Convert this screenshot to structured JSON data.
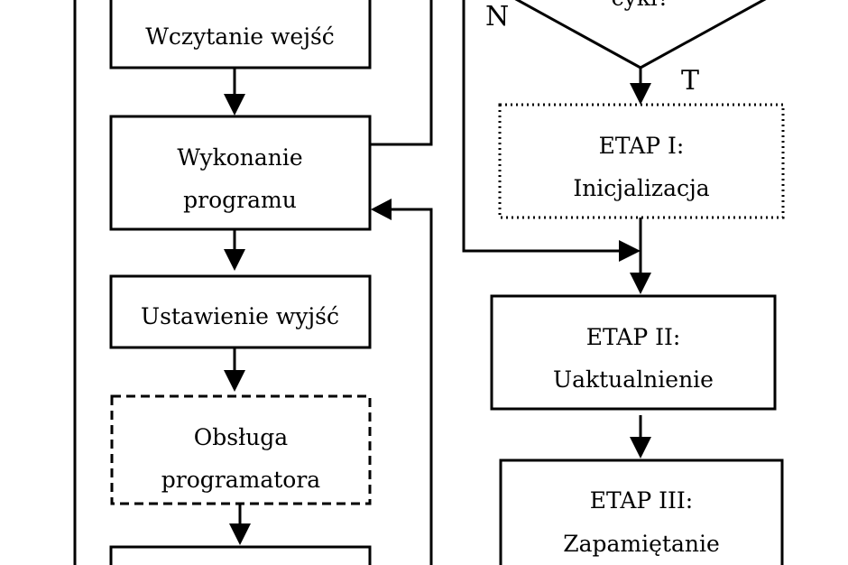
{
  "left": {
    "wczytanie": "Wczytanie wejść",
    "wykonanie_1": "Wykonanie",
    "wykonanie_2": "programu",
    "ustawienie": "Ustawienie wyjść",
    "obsluga_1": "Obsługa",
    "obsluga_2": "programatora"
  },
  "right": {
    "decision": "cykl?",
    "no_label": "N",
    "yes_label": "T",
    "etap1_title": "ETAP I:",
    "etap1_name": "Inicjalizacja",
    "etap2_title": "ETAP II:",
    "etap2_name": "Uaktualnienie",
    "etap3_title": "ETAP III:",
    "etap3_name": "Zapamiętanie"
  }
}
